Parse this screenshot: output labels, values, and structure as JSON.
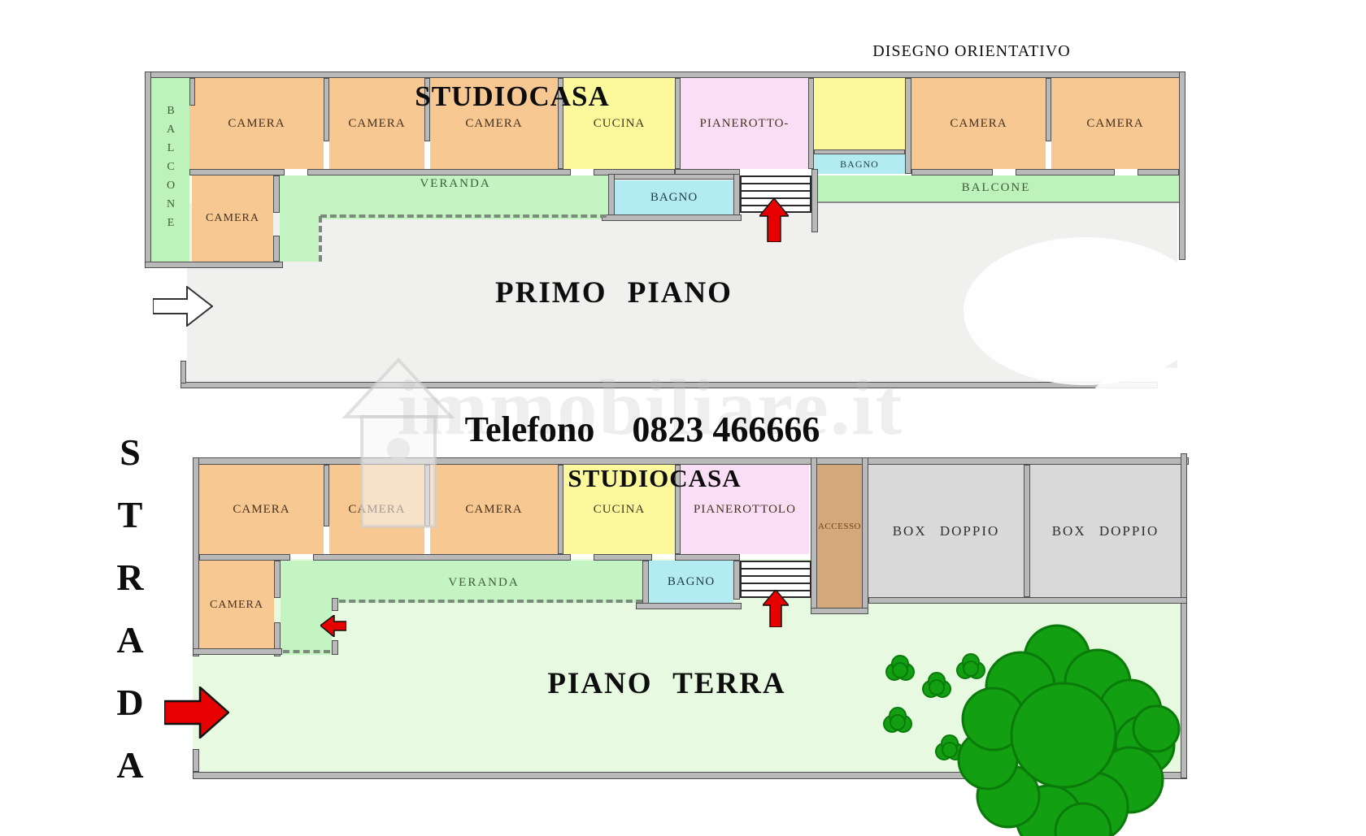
{
  "note_top_right": "DISEGNO ORIENTATIVO",
  "phone": {
    "label": "Telefono",
    "number": "0823 466666"
  },
  "street": {
    "label": "STRADA"
  },
  "watermark": {
    "text": "immobiliare.it"
  },
  "first_floor": {
    "agency_title": "STUDIOCASA",
    "floor_label": "PRIMO  PIANO",
    "rooms": {
      "balcone_left": "BALCONE",
      "camera_1": "CAMERA",
      "camera_2": "CAMERA",
      "camera_3": "CAMERA",
      "cucina": "CUCINA",
      "pianerottolo": "PIANEROTTO-",
      "bagno_top": "BAGNO",
      "camera_4": "CAMERA",
      "camera_5": "CAMERA",
      "camera_small": "CAMERA",
      "veranda": "VERANDA",
      "bagno_main": "BAGNO",
      "balcone_right": "BALCONE"
    }
  },
  "ground_floor": {
    "agency_title": "STUDIOCASA",
    "floor_label": "PIANO   TERRA",
    "rooms": {
      "camera_1": "CAMERA",
      "camera_2": "CAMERA",
      "camera_3": "CAMERA",
      "cucina": "CUCINA",
      "pianerottolo": "PIANEROTTOLO",
      "accesso": "ACCESSO",
      "box_1": "BOX  DOPPIO",
      "box_2": "BOX  DOPPIO",
      "camera_small": "CAMERA",
      "veranda": "VERANDA",
      "bagno": "BAGNO"
    }
  },
  "colors": {
    "camera": "#f8c893",
    "cucina": "#fcf99c",
    "pianerottolo": "#fadef5",
    "bagno": "#b2ecf2",
    "veranda": "#c4f4c2",
    "balcone": "#bdf2ba",
    "garden": "#e7fae1",
    "terrace": "#f0f0ee",
    "box": "#d9d9d9",
    "accesso": "#d4a87a",
    "wall": "#b9b9b9",
    "tree": "#12a012",
    "arrow_red": "#e60000"
  },
  "icons": {
    "entry_arrow": "red-right-arrow",
    "veranda_arrow": "red-left-arrow",
    "stairs_arrow": "red-up-arrow",
    "terrace_arrow": "white-right-arrow",
    "vegetation": "tree-and-bushes"
  }
}
